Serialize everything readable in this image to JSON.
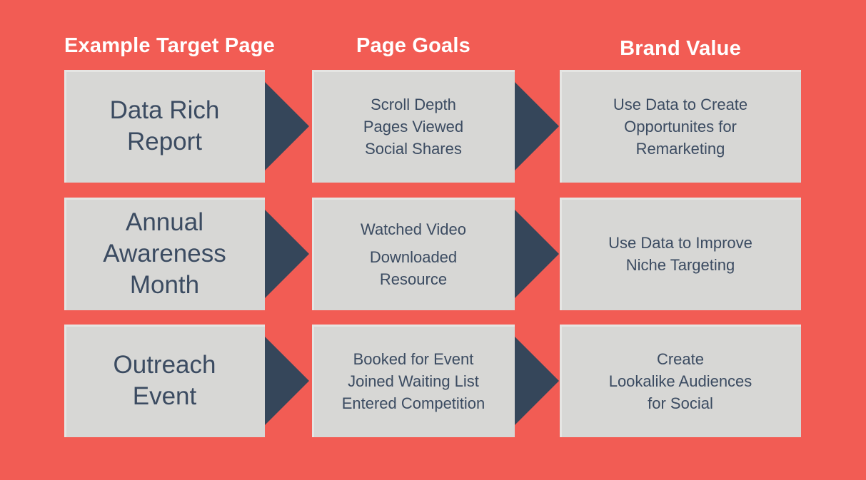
{
  "colors": {
    "background": "#f25c54",
    "box_fill": "#d7d7d5",
    "arrow": "#35465a",
    "box_text": "#3b4b61",
    "header_text": "#ffffff"
  },
  "icons": {
    "flow_arrow": "right-pointing-triangle"
  },
  "headers": [
    {
      "label": "Example Target Page"
    },
    {
      "label": "Page Goals"
    },
    {
      "label": "Brand Value"
    }
  ],
  "rows": [
    {
      "example_target_page": [
        "Data Rich",
        "Report"
      ],
      "page_goals": [
        [
          "Scroll Depth",
          "Pages Viewed",
          "Social Shares"
        ]
      ],
      "brand_value": [
        "Use Data to Create",
        "Opportunites for",
        "Remarketing"
      ]
    },
    {
      "example_target_page": [
        "Annual",
        "Awareness",
        "Month"
      ],
      "page_goals": [
        [
          "Watched Video"
        ],
        [
          "Downloaded",
          "Resource"
        ]
      ],
      "brand_value": [
        "Use Data to Improve",
        "Niche Targeting"
      ]
    },
    {
      "example_target_page": [
        "Outreach",
        "Event"
      ],
      "page_goals": [
        [
          "Booked for Event",
          "Joined Waiting List",
          "Entered Competition"
        ]
      ],
      "brand_value": [
        "Create",
        "Lookalike Audiences",
        "for Social"
      ]
    }
  ]
}
